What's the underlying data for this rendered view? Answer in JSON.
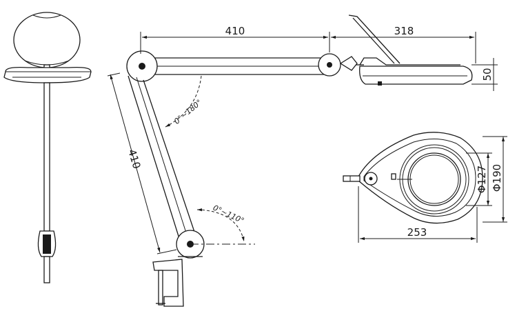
{
  "dimensions": {
    "arm_upper_length": "410",
    "lamp_head_length": "318",
    "head_height": "50",
    "arm_lower_length": "410",
    "lens_diameter": "Φ127",
    "ring_diameter": "Φ190",
    "head_width": "253"
  },
  "angles": {
    "elbow_range": "0°~180°",
    "base_range": "0°~110°"
  }
}
